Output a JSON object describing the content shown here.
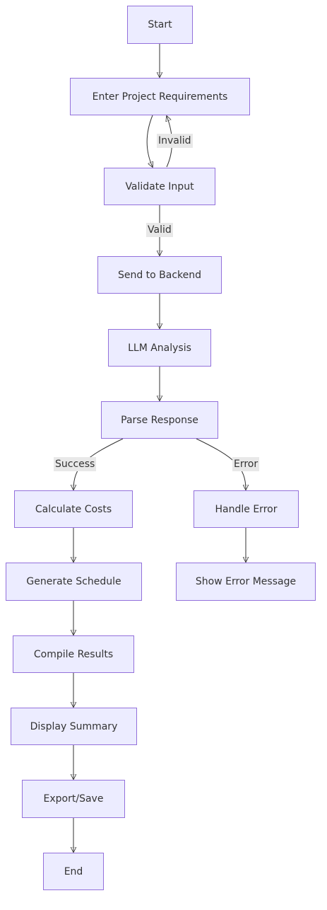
{
  "flowchart": {
    "nodes": {
      "start": "Start",
      "enter_requirements": "Enter Project Requirements",
      "validate_input": "Validate Input",
      "send_backend": "Send to Backend",
      "llm_analysis": "LLM Analysis",
      "parse_response": "Parse Response",
      "calculate_costs": "Calculate Costs",
      "handle_error": "Handle Error",
      "generate_schedule": "Generate Schedule",
      "show_error_message": "Show Error Message",
      "compile_results": "Compile Results",
      "display_summary": "Display Summary",
      "export_save": "Export/Save",
      "end": "End"
    },
    "edge_labels": {
      "invalid": "Invalid",
      "valid": "Valid",
      "success": "Success",
      "error": "Error"
    },
    "colors": {
      "node_fill": "#ECECFF",
      "node_border": "#9370DB",
      "edge": "#333333",
      "label_bg": "#e8e8e8"
    }
  }
}
